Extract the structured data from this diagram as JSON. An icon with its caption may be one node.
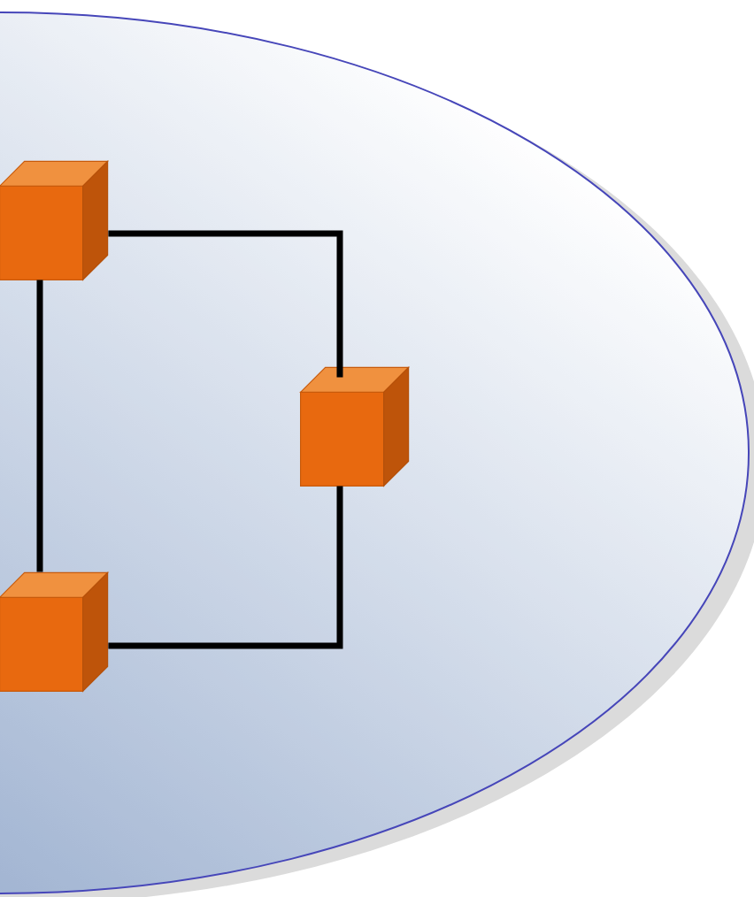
{
  "diagram": {
    "nodes": [
      {
        "text": [],
        "shape": "ellipse"
      },
      {
        "text": [],
        "shape": "cube",
        "in": 0
      },
      {
        "text": [],
        "shape": "cube",
        "in": 0
      },
      {
        "text": [],
        "shape": "cube",
        "in": 0
      }
    ],
    "edges": [
      {
        "from": 1,
        "to": 2,
        "arrow": "none"
      },
      {
        "from": 2,
        "to": 3,
        "arrow": "none"
      },
      {
        "from": 1,
        "to": 3,
        "arrow": "none"
      }
    ]
  }
}
